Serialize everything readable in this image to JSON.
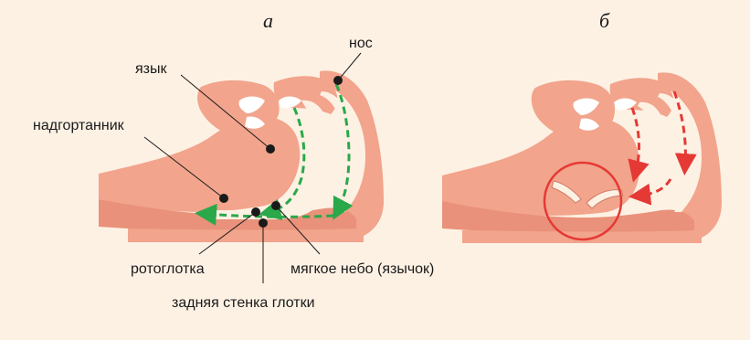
{
  "panels": {
    "a": {
      "letter": "а"
    },
    "b": {
      "letter": "б"
    }
  },
  "labels": {
    "nose": "нос",
    "tongue": "язык",
    "epiglottis": "надгортанник",
    "oropharynx": "ротоглотка",
    "soft_palate": "мягкое небо (язычок)",
    "posterior_wall": "задняя стенка глотки"
  },
  "colors": {
    "background": "#fdf1e4",
    "tissue": "#f2a48c",
    "tissue_dark": "#e9917a",
    "airway": "#fdf1e4",
    "airflow_open": "#2aa84a",
    "airflow_blocked": "#e53935",
    "obstruction_circle": "#e53935",
    "teeth": "#ffffff"
  }
}
